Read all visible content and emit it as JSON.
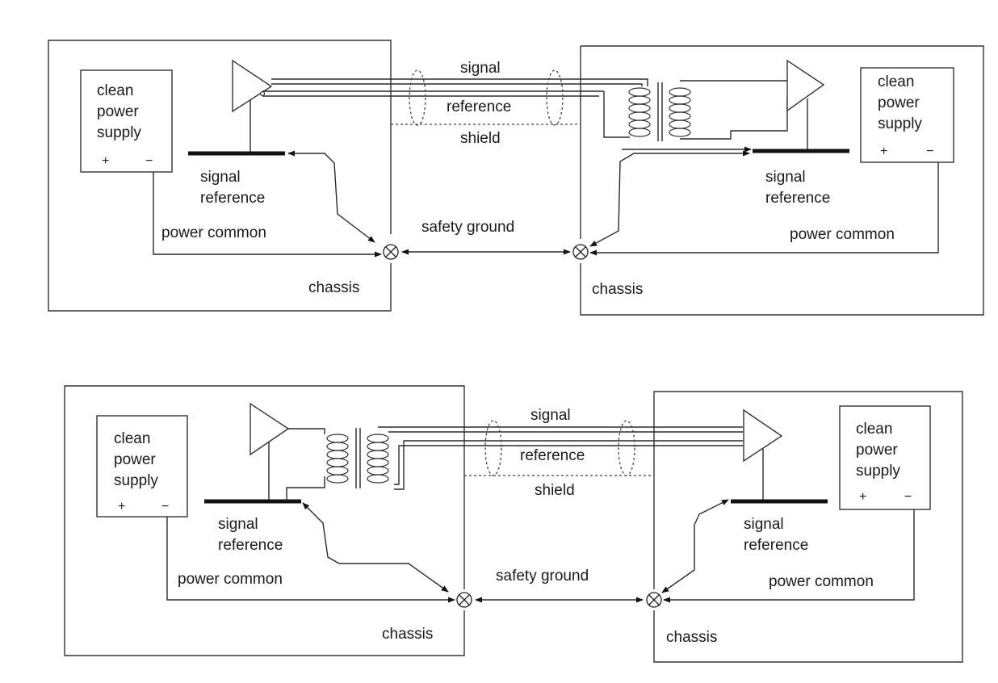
{
  "diagrams": [
    {
      "supply_left": {
        "title": [
          "clean",
          "power",
          "supply"
        ],
        "plus": "+",
        "minus": "−"
      },
      "supply_right": {
        "title": [
          "clean",
          "power",
          "supply"
        ],
        "plus": "+",
        "minus": "−"
      },
      "labels": {
        "signal": "signal",
        "reference": "reference",
        "shield": "shield",
        "signal_reference_left": [
          "signal",
          "reference"
        ],
        "signal_reference_right": [
          "signal",
          "reference"
        ],
        "power_common_left": "power common",
        "power_common_right": "power common",
        "safety_ground": "safety ground",
        "chassis_left": "chassis",
        "chassis_right": "chassis"
      }
    },
    {
      "supply_left": {
        "title": [
          "clean",
          "power",
          "supply"
        ],
        "plus": "+",
        "minus": "−"
      },
      "supply_right": {
        "title": [
          "clean",
          "power",
          "supply"
        ],
        "plus": "+",
        "minus": "−"
      },
      "labels": {
        "signal": "signal",
        "reference": "reference",
        "shield": "shield",
        "signal_reference_left": [
          "signal",
          "reference"
        ],
        "signal_reference_right": [
          "signal",
          "reference"
        ],
        "power_common_left": "power common",
        "power_common_right": "power common",
        "safety_ground": "safety ground",
        "chassis_left": "chassis",
        "chassis_right": "chassis"
      }
    }
  ]
}
